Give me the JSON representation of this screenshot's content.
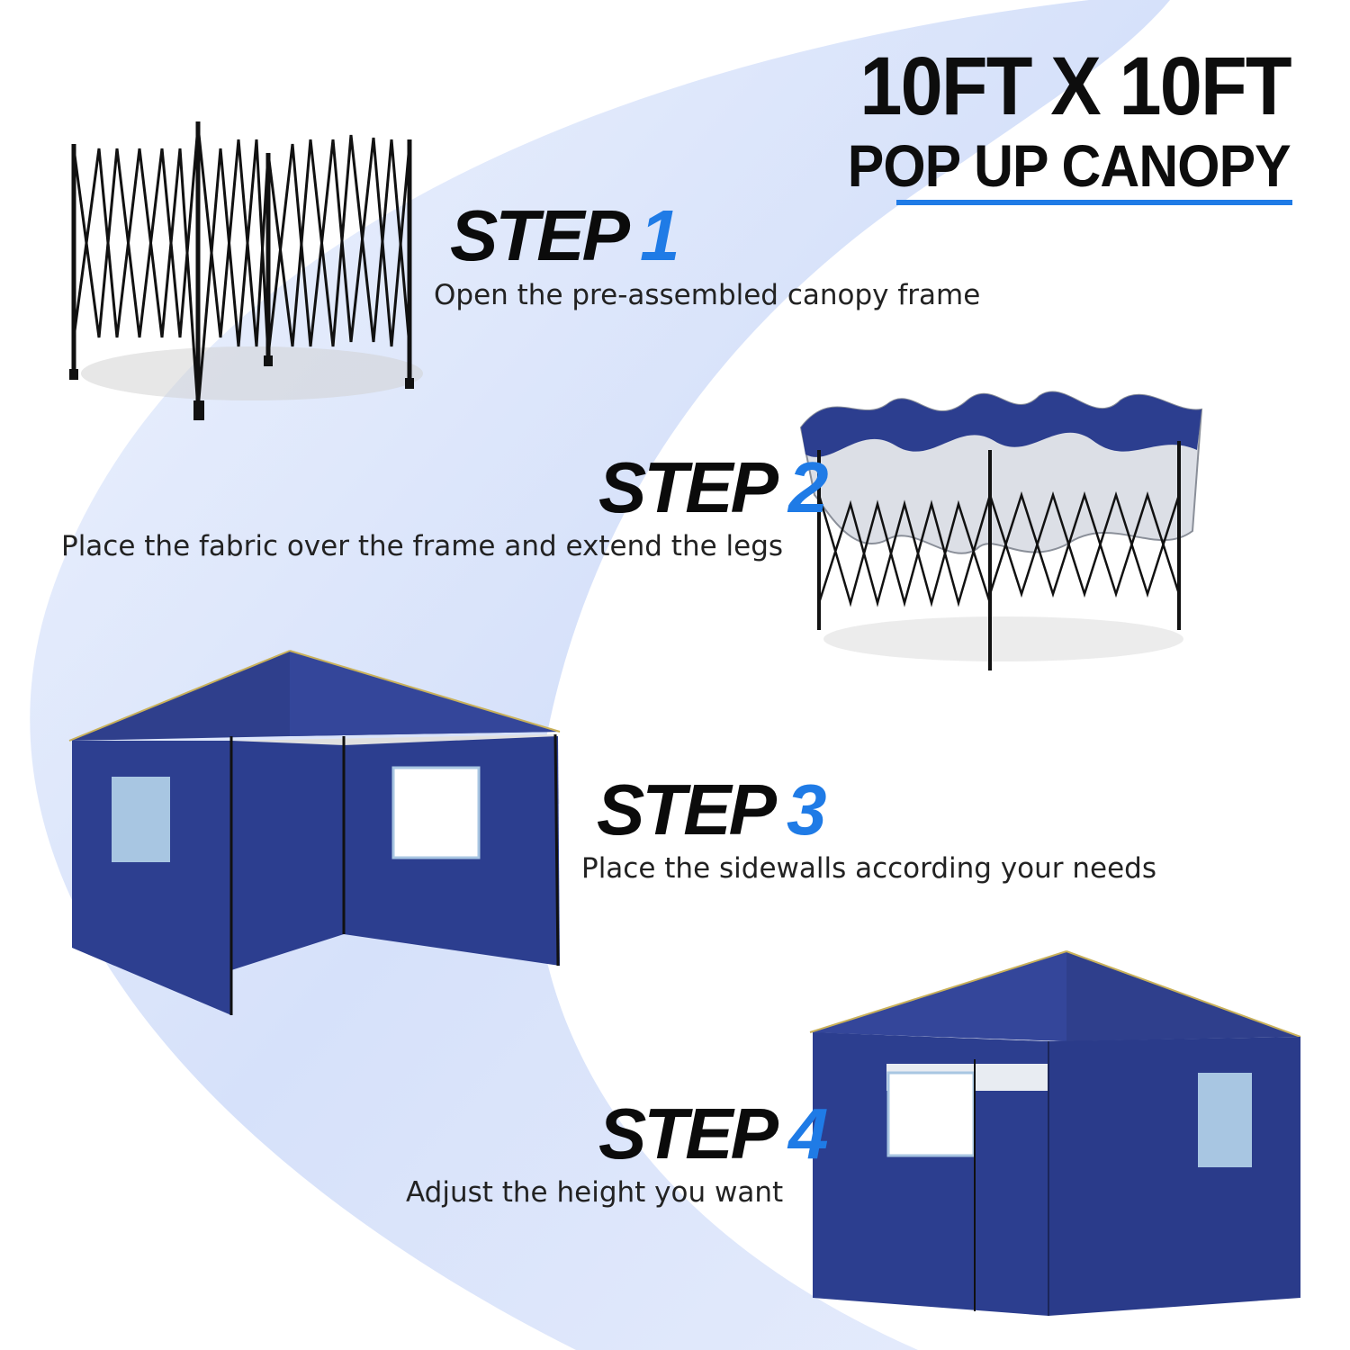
{
  "header": {
    "line1": "10FT X 10FT",
    "line2": "POP UP CANOPY",
    "accent_color": "#1f7be6"
  },
  "steps": [
    {
      "label": "STEP",
      "number": "1",
      "text": "Open the pre-assembled canopy frame",
      "image": "folding-frame-icon"
    },
    {
      "label": "STEP",
      "number": "2",
      "text": "Place the fabric over the frame and extend the legs",
      "image": "frame-with-fabric-icon"
    },
    {
      "label": "STEP",
      "number": "3",
      "text": "Place the sidewalls according your needs",
      "image": "canopy-two-walls-icon"
    },
    {
      "label": "STEP",
      "number": "4",
      "text": "Adjust the height you want",
      "image": "canopy-four-walls-icon"
    }
  ],
  "colors": {
    "canopy_blue": "#2c3e8f",
    "background_swoosh": "#dde6fb",
    "text": "#0b0b0b"
  }
}
